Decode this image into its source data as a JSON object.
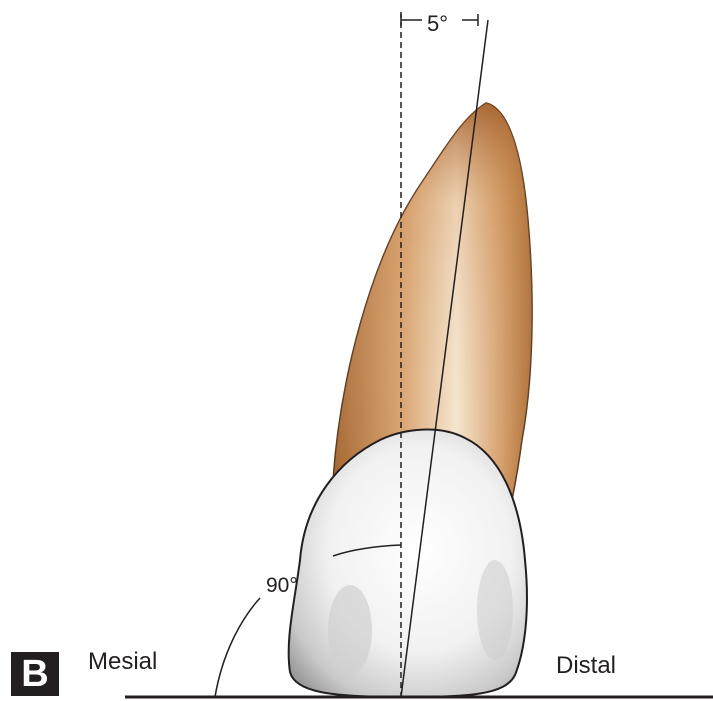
{
  "figure": {
    "panel_letter": "B",
    "labels": {
      "angle_top": "5°",
      "angle_crown": "90°",
      "mesial": "Mesial",
      "distal": "Distal"
    }
  }
}
